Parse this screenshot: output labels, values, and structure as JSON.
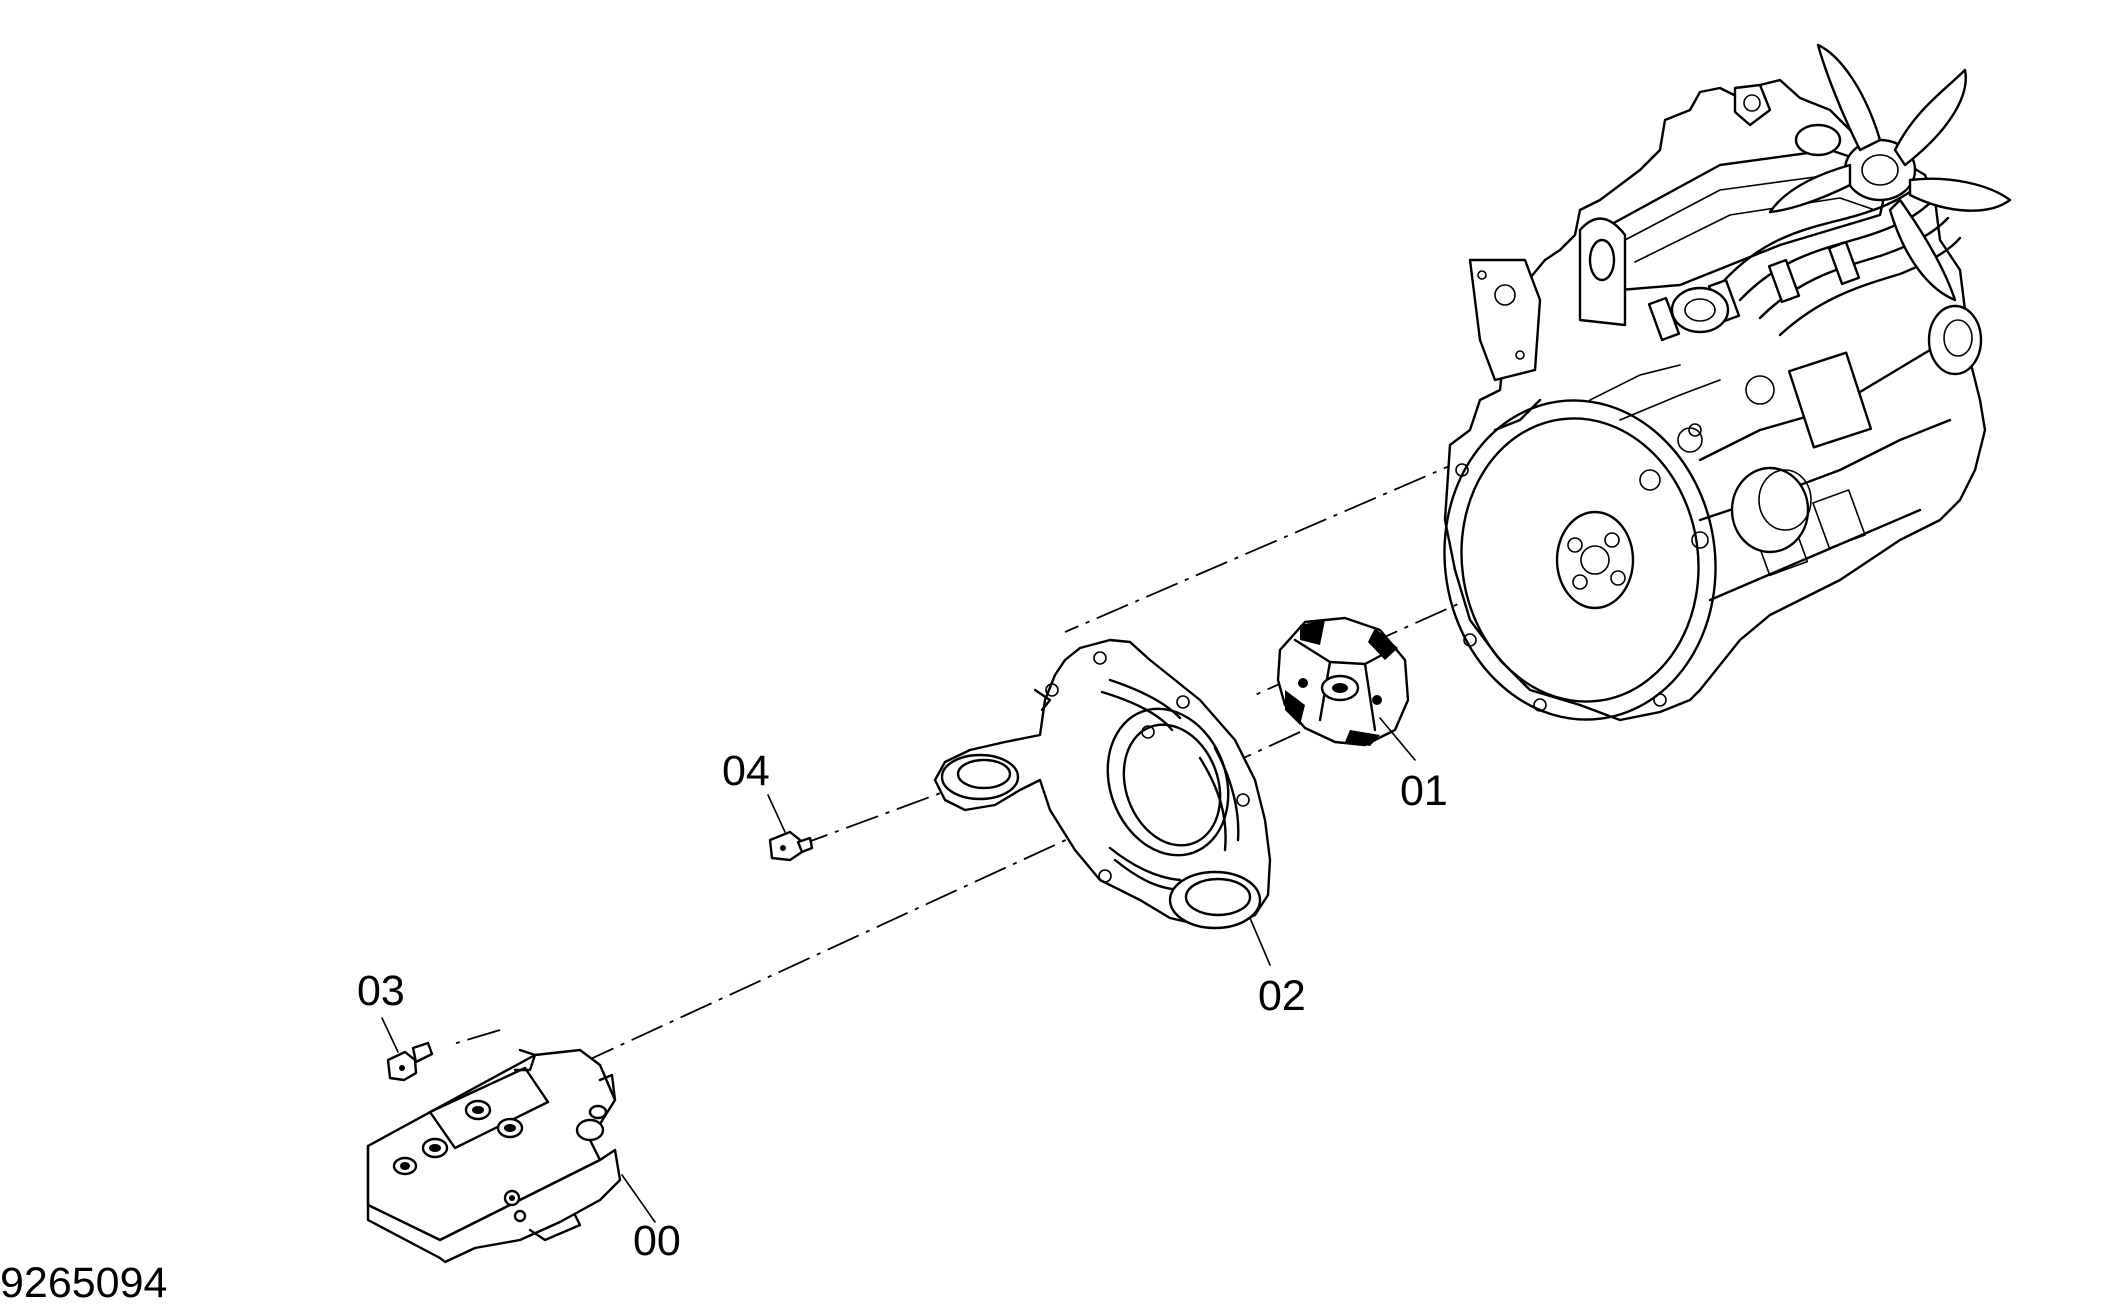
{
  "drawing_number": "9265094",
  "callouts": [
    {
      "id": "00",
      "label": "00"
    },
    {
      "id": "01",
      "label": "01"
    },
    {
      "id": "02",
      "label": "02"
    },
    {
      "id": "03",
      "label": "03"
    },
    {
      "id": "04",
      "label": "04"
    }
  ],
  "parts_depicted": [
    "engine-assembly",
    "hydraulic-pump",
    "flexible-coupling",
    "mounting-flange",
    "pump-bolt",
    "flange-bolt"
  ]
}
